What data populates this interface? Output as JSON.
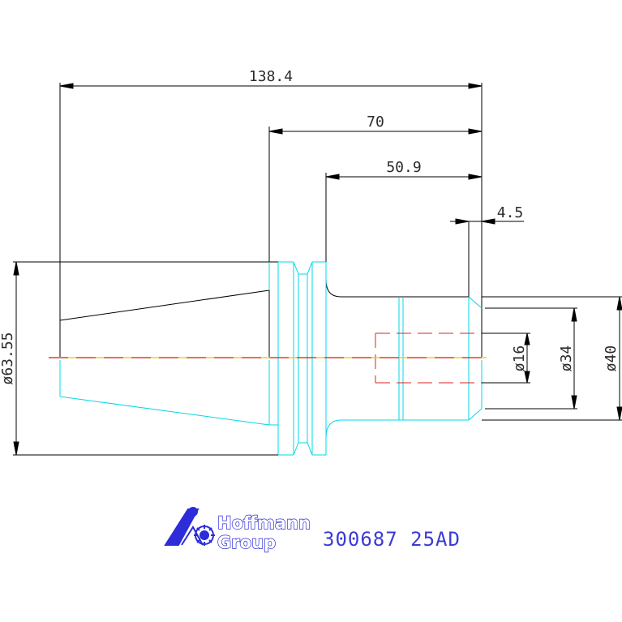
{
  "drawing": {
    "dimensions": {
      "overall_length": "138.4",
      "flange_to_end": "70",
      "shank_length": "50.9",
      "nose_length": "4.5",
      "flange_diameter": "ø63.55",
      "bore_diameter": "ø16",
      "body_diameter": "ø34",
      "nose_diameter": "ø40"
    },
    "title_block": {
      "logo_line1": "Hoffmann",
      "logo_line2": "Group",
      "part_number": "300687 25AD"
    },
    "colors": {
      "outline": "#000000",
      "part_edges": "#00d8e8",
      "hidden_lines": "#e02020",
      "center_line": "#e8c800",
      "dimension_lines": "#000000",
      "brand_blue": "#2c2cd8"
    }
  }
}
